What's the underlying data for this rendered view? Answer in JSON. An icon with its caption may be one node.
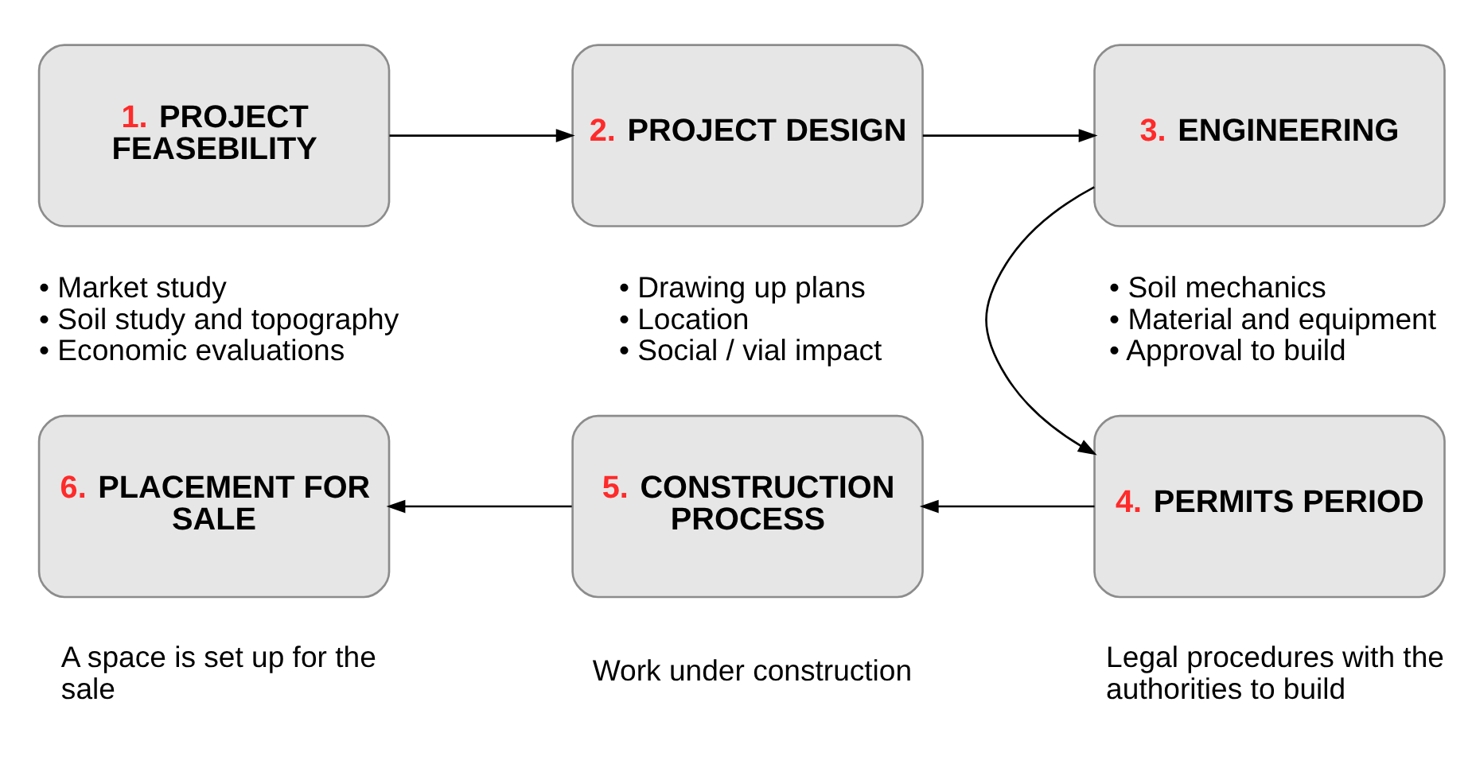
{
  "diagram": {
    "nodes": [
      {
        "text": [
          "1. PROJECT FEASEBILITY"
        ],
        "beside": [
          "• Market study",
          "• Soil study and topography",
          "• Economic evaluations"
        ]
      },
      {
        "text": [
          "2. PROJECT DESIGN"
        ],
        "beside": [
          "• Drawing up plans",
          "• Location",
          "• Social / vial impact"
        ]
      },
      {
        "text": [
          "3. ENGINEERING"
        ],
        "beside": [
          "• Soil mechanics",
          "• Material and equipment",
          "• Approval to build"
        ]
      },
      {
        "text": [
          "4. PERMITS PERIOD"
        ],
        "beside": [
          "Legal procedures with the authorities to build"
        ]
      },
      {
        "text": [
          "5. CONSTRUCTION PROCESS"
        ],
        "beside": [
          "Work under construction"
        ]
      },
      {
        "text": [
          "6. PLACEMENT FOR SALE"
        ],
        "beside": [
          "A space is set up for the sale"
        ]
      }
    ],
    "edges": [
      {
        "from": 0,
        "to": 1,
        "arrow": "to"
      },
      {
        "from": 1,
        "to": 2,
        "arrow": "to"
      },
      {
        "from": 2,
        "to": 3,
        "arrow": "to"
      },
      {
        "from": 3,
        "to": 4,
        "arrow": "to"
      },
      {
        "from": 4,
        "to": 5,
        "arrow": "to"
      }
    ]
  }
}
